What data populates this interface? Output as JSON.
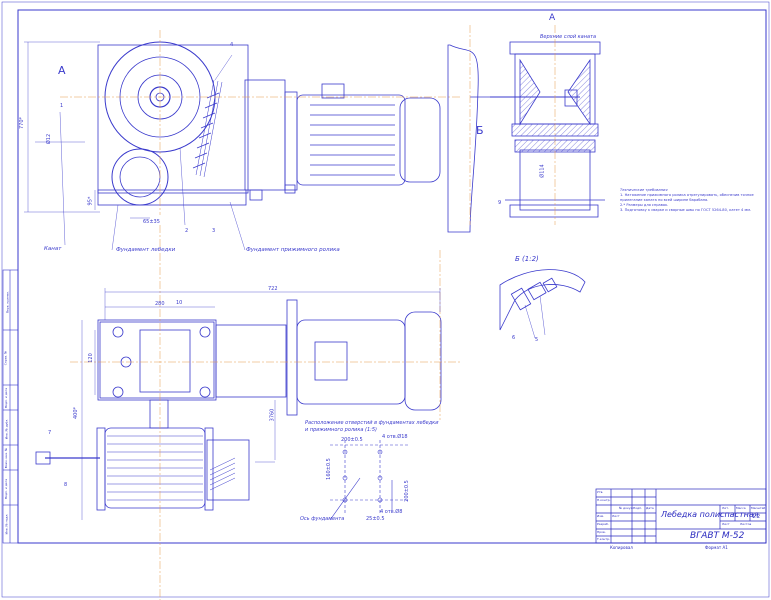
{
  "view_labels": {
    "view_a_arrow": "А",
    "view_a_title": "А",
    "section_b_arrow": "Б",
    "section_b_title": "Б (1:2)"
  },
  "callouts": {
    "rope_end": "Верхние слой каната",
    "rope": "Канат",
    "winch_foundation": "Фундамент лебедки",
    "roller_foundation": "Фундамент прижимного ролика",
    "axis_foundation": "Ось фундамента"
  },
  "hole_layout_title": "Расположение отверстий в фундаментах лебедки и прижимного ролика (1:5)",
  "dimensions": {
    "overall_length": "722",
    "drum_span": "280",
    "height_left": "770*",
    "base_height": "95*",
    "side_height": "400*",
    "motor_height": "3760",
    "width_left": "120",
    "gear_offset": "65±35",
    "holes_width": "200±0.5",
    "holes_4": "4 отв.Ø18",
    "holes_offset": "25±0.5",
    "holes_vert": "200±0.5",
    "holes_side": "160±0.5",
    "hole_small": "4 отв.Ø8",
    "rope_dia": "Ø12",
    "roller_mark": "Ø114"
  },
  "part_numbers": {
    "p1": "1",
    "p2": "2",
    "p3": "3",
    "p4": "4",
    "p5": "5",
    "p6": "6",
    "p7": "7",
    "p8": "8",
    "p9": "9",
    "p10": "10"
  },
  "tech_requirements": {
    "heading": "Технические требования",
    "items": [
      "1. Натяжение прижимного ролика отрегулировать, обеспечив точное прилегание каната по всей ширине барабана.",
      "2.* Размеры для справок.",
      "3. Подготовку к сварке и сварные швы по ГОСТ 5264-80, катет 4 мм."
    ]
  },
  "title_block": {
    "designation": "ВГАВТ М-52",
    "name": "Лебедка полиспастная",
    "scale": "1:2",
    "sheet_label": "Лист",
    "sheets_label": "Листов",
    "mass_label": "Масса",
    "lit_label": "Лит.",
    "scale_label": "Масштаб",
    "rows": [
      "Изм.",
      "Лист",
      "№ докум.",
      "Подп.",
      "Дата"
    ],
    "roles": [
      "Разраб.",
      "Пров.",
      "Т.контр.",
      "Н.контр.",
      "Утв."
    ],
    "copied": "Копировал",
    "format": "Формат  А1"
  },
  "side_stamps": [
    "Перв. примен.",
    "Справ. №",
    "Подп. и дата",
    "Инв. № дубл.",
    "Взам. инв. №",
    "Подп. и дата",
    "Инв. № подл."
  ]
}
